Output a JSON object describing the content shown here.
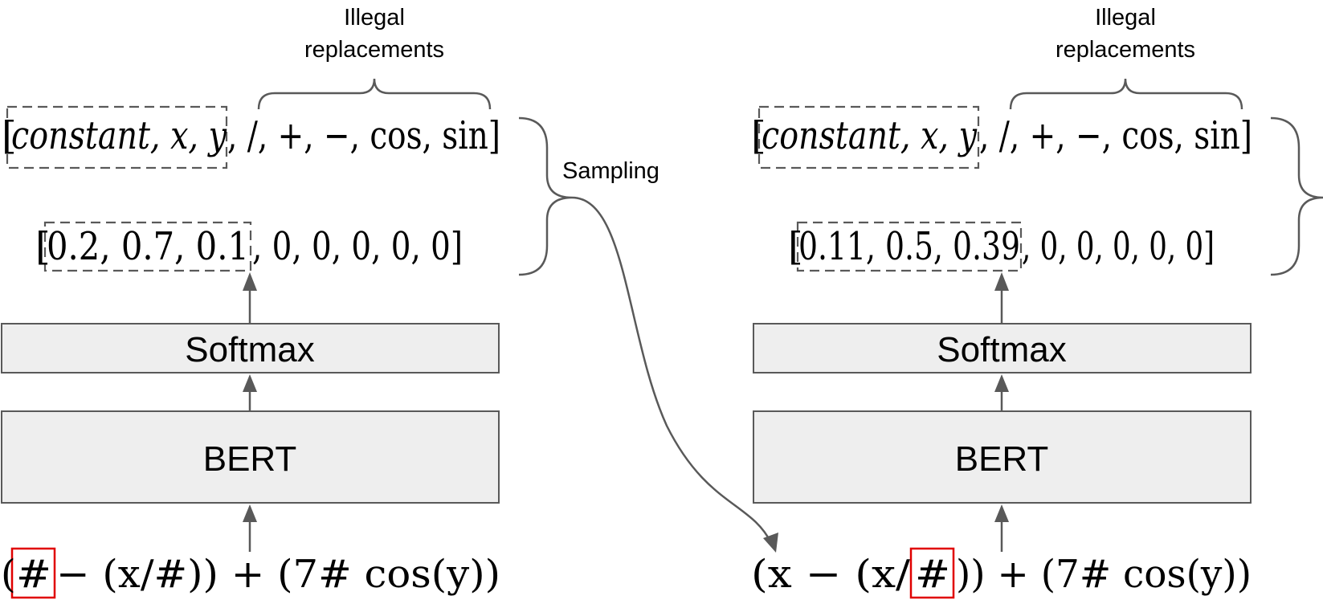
{
  "left": {
    "illegal_label_line1": "Illegal",
    "illegal_label_line2": "replacements",
    "tokens": {
      "open": "[",
      "allowed": "constant, x, y",
      "illegal": ", /, +, −, cos, sin]"
    },
    "probs": {
      "open": "[",
      "allowed": "0.2, 0.7, 0.1",
      "rest": ", 0, 0, 0, 0, 0]"
    },
    "softmax_label": "Softmax",
    "bert_label": "BERT",
    "expression": {
      "open": "(",
      "masked": "#",
      "rest": " − (x/#)) + (7# cos(y))"
    }
  },
  "right": {
    "illegal_label_line1": "Illegal",
    "illegal_label_line2": "replacements",
    "tokens": {
      "open": "[",
      "allowed": "constant, x, y",
      "illegal": ", /, +, −, cos, sin]"
    },
    "probs": {
      "open": "[",
      "allowed": "0.11, 0.5, 0.39",
      "rest": ", 0, 0, 0, 0, 0]"
    },
    "softmax_label": "Softmax",
    "bert_label": "BERT",
    "expression": {
      "prefix": "(x − (x/",
      "masked": "#",
      "rest": ")) + (7# cos(y))"
    }
  },
  "sampling_label": "Sampling"
}
